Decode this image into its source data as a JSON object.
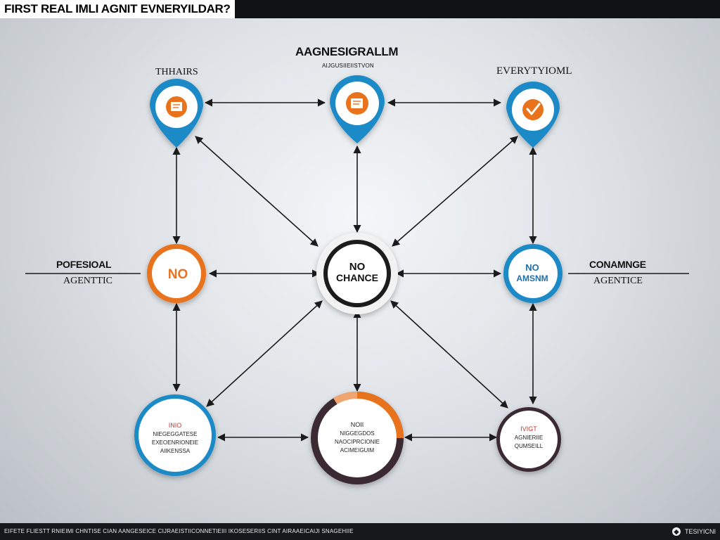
{
  "header": {
    "title": "FIRST REAL IMLI AGNIT EVNERYILDAR?"
  },
  "diagram": {
    "center_title": "AAGNESIGRALLM",
    "center_subtitle": "AIJGUSIIEIISTVON",
    "left_top_label": "THHAIRS",
    "right_top_label": "EVERYTYIOML",
    "left_side_label_1": "POFESIOAL",
    "left_side_label_2": "AGENTTIC",
    "right_side_label_1": "CONAMNGE",
    "right_side_label_2": "AGENTICE",
    "nodes": {
      "top_left": {
        "icon": "document-icon",
        "color": "#e8731f"
      },
      "top_center": {
        "icon": "document-icon",
        "color": "#e8731f"
      },
      "top_right": {
        "icon": "check-icon",
        "color": "#e8731f"
      },
      "mid_left": {
        "text": "NO",
        "color": "#e8731f"
      },
      "center": {
        "line1": "NO",
        "line2": "CHANCE",
        "color": "#222222"
      },
      "mid_right": {
        "line1": "NO",
        "line2": "AMSNM",
        "color": "#1f8ac7"
      },
      "bottom_left": {
        "line1": "INIO",
        "line2": "NIEGEGGATESE",
        "line3": "EXEOENRIONEIE",
        "line4": "AIIKENSSA",
        "color": "#1f8ac7"
      },
      "bottom_center": {
        "line1": "NOII",
        "line2": "NIGGEGDOS",
        "line3": "NAOCIPRCIONIE",
        "line4": "ACIMEIGUIM",
        "color": "#3b2a33"
      },
      "bottom_right": {
        "line1": "IVIGT",
        "line2": "AGNIERIIE",
        "line3": "QUMSEILL",
        "color": "#3b2a33"
      }
    },
    "accent_blue": "#1f8ac7",
    "accent_orange": "#e8731f"
  },
  "footer": {
    "text": "EIFETE FLIESTT RNIEIMI CHNTISE CIAN AANGESEICE CIJRAEISTIICONNETIEIII IKOSESERIIS CINT AIRAAEICAIJI SNAGEHIIE",
    "brand": "TESIYICNI"
  }
}
